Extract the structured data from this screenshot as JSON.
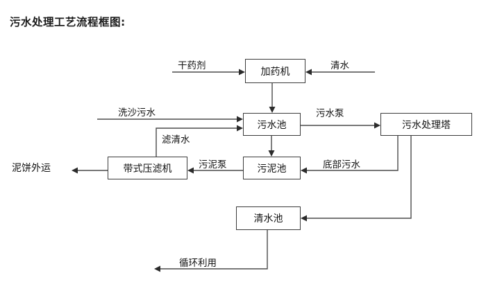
{
  "title": "污水处理工艺流程框图:",
  "diagram": {
    "type": "flowchart",
    "nodes": [
      {
        "id": "dosing-machine",
        "label": "加药机"
      },
      {
        "id": "sewage-pool",
        "label": "污水池"
      },
      {
        "id": "treatment-tower",
        "label": "污水处理塔"
      },
      {
        "id": "belt-filter-press",
        "label": "带式压滤机"
      },
      {
        "id": "sludge-pool",
        "label": "污泥池"
      },
      {
        "id": "clear-water-pool",
        "label": "清水池"
      }
    ],
    "edge_labels": [
      {
        "id": "dry-chemical",
        "label": "干药剂"
      },
      {
        "id": "clean-water",
        "label": "清水"
      },
      {
        "id": "sand-wash-sewage",
        "label": "洗沙污水"
      },
      {
        "id": "filtered-water",
        "label": "滤清水"
      },
      {
        "id": "sewage-pump",
        "label": "污水泵"
      },
      {
        "id": "sludge-pump",
        "label": "污泥泵"
      },
      {
        "id": "bottom-sewage",
        "label": "底部污水"
      },
      {
        "id": "recycle-reuse",
        "label": "循环利用"
      }
    ],
    "terminals": [
      {
        "id": "mud-cake-transport",
        "label": "泥饼外运"
      }
    ],
    "colors": {
      "box_border": "#3a3a3a",
      "wire": "#4a4a4a",
      "text": "#111111",
      "background": "#ffffff"
    }
  }
}
